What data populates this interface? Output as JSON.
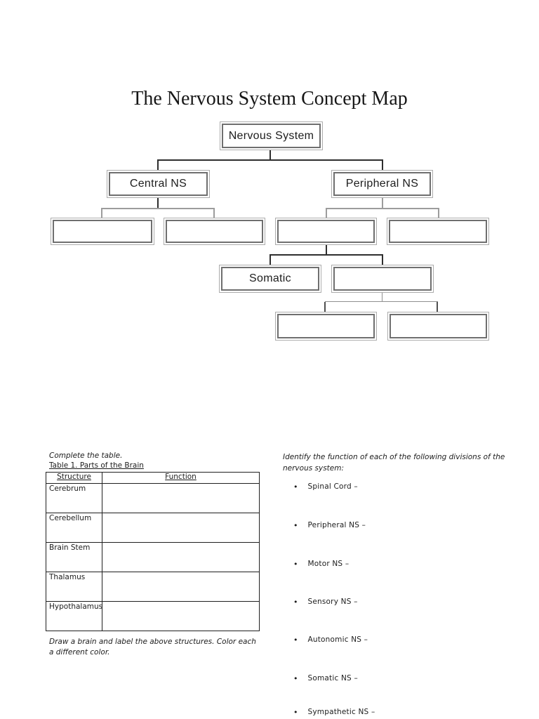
{
  "title": "The Nervous System Concept Map",
  "concept_map": {
    "nodes": [
      {
        "id": "root",
        "label": "Nervous System"
      },
      {
        "id": "central-ns",
        "label": "Central NS"
      },
      {
        "id": "peripheral-ns",
        "label": "Peripheral NS"
      },
      {
        "id": "central-child-1",
        "label": ""
      },
      {
        "id": "central-child-2",
        "label": ""
      },
      {
        "id": "peripheral-child-1",
        "label": ""
      },
      {
        "id": "peripheral-child-2",
        "label": ""
      },
      {
        "id": "somatic",
        "label": "Somatic"
      },
      {
        "id": "somatic-sibling",
        "label": ""
      },
      {
        "id": "bottom-child-1",
        "label": ""
      },
      {
        "id": "bottom-child-2",
        "label": ""
      }
    ]
  },
  "brain_table": {
    "instruction": "Complete the table.",
    "caption": "Table 1. Parts of the Brain",
    "headers": [
      "Structure",
      "Function"
    ],
    "rows": [
      {
        "structure": "Cerebrum",
        "function": ""
      },
      {
        "structure": "Cerebellum",
        "function": ""
      },
      {
        "structure": "Brain Stem",
        "function": ""
      },
      {
        "structure": "Thalamus",
        "function": ""
      },
      {
        "structure": "Hypothalamus",
        "function": ""
      }
    ],
    "footer_instruction": "Draw a brain and label the above structures.  Color each a different color."
  },
  "questions": {
    "prompt": "Identify the function of each of the following divisions of the nervous system:",
    "bullet_glyph": "•",
    "items": [
      {
        "label": "Spinal Cord –"
      },
      {
        "label": "Peripheral NS –"
      },
      {
        "label": "Motor NS –"
      },
      {
        "label": "Sensory NS –"
      },
      {
        "label": "Autonomic NS –"
      },
      {
        "label": "Somatic NS –"
      },
      {
        "label": "Sympathetic NS –"
      }
    ]
  },
  "colors": {
    "box_outer_border": "#acacac",
    "box_inner_border": "#6f6f6f",
    "connector_dark": "#2e2e2e",
    "connector_light": "#9c9c9c",
    "text": "#1c1c1c",
    "background": "#ffffff"
  }
}
